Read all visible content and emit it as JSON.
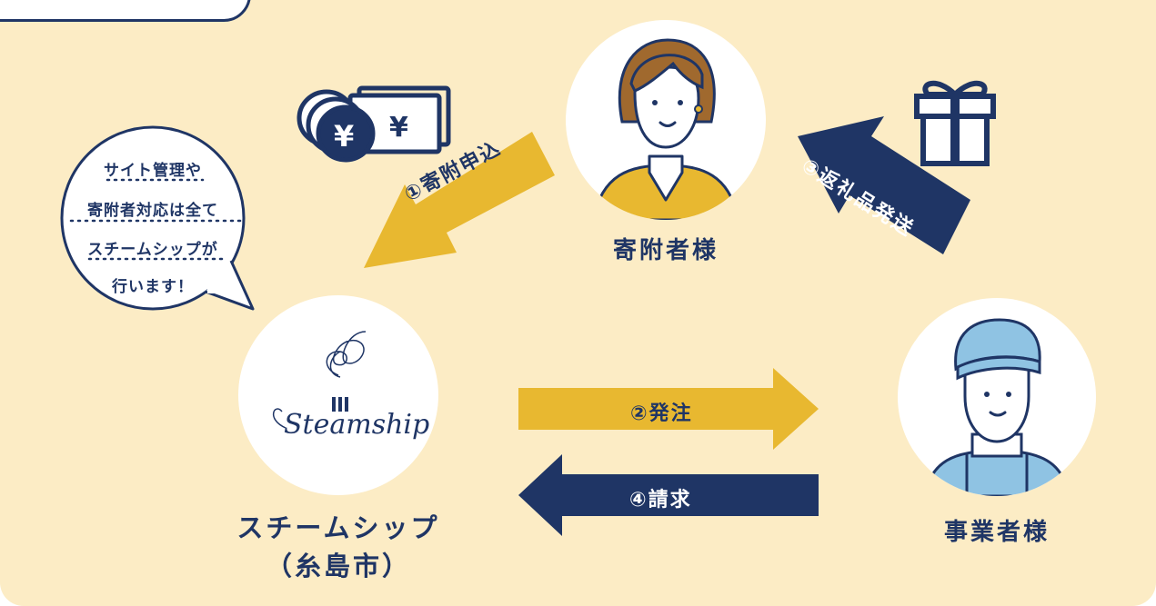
{
  "nodes": {
    "donor": {
      "label": "寄附者様"
    },
    "steamship": {
      "label_line1": "スチームシップ",
      "label_line2": "（糸島市）",
      "logo_text": "Steamship"
    },
    "business": {
      "label": "事業者様"
    }
  },
  "arrows": {
    "apply": {
      "label": "①寄附申込",
      "color": "#e8b830"
    },
    "ship_gift": {
      "label": "③返礼品発送",
      "color": "#1f3565"
    },
    "order": {
      "label": "②発注",
      "color": "#e8b830"
    },
    "invoice": {
      "label": "④請求",
      "color": "#1f3565"
    }
  },
  "speech_bubble": {
    "lines": [
      "サイト管理や",
      "寄附者対応は全て",
      "スチームシップが",
      "行います！"
    ]
  },
  "icons": {
    "money": "yen-money-icon",
    "gift": "gift-box-icon"
  },
  "colors": {
    "background": "#fcecc5",
    "navy": "#1f3565",
    "gold": "#e8b830",
    "skin_blue": "#8fc3e3"
  }
}
